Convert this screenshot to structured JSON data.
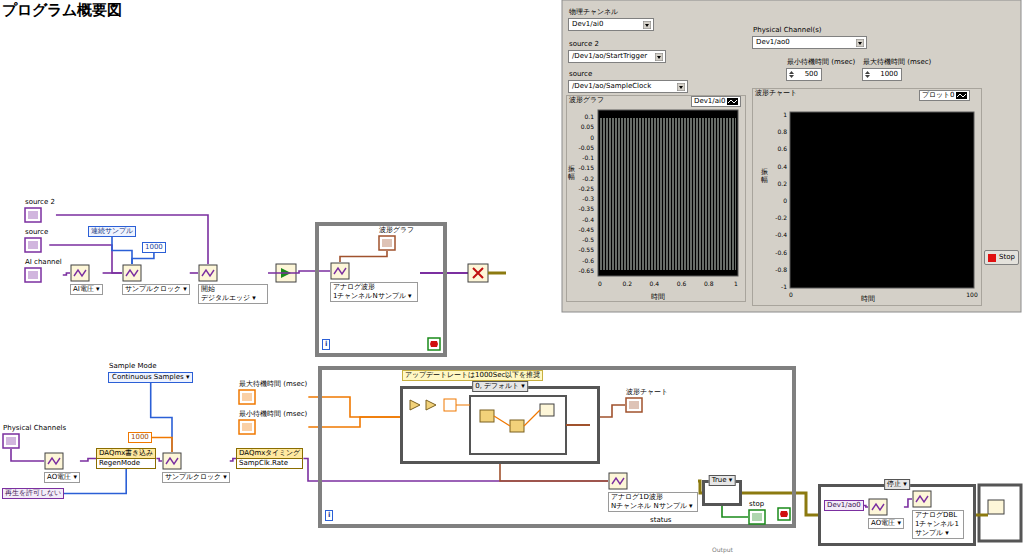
{
  "diagram": {
    "title": "プログラム概要図",
    "nodes": [
      {
        "text": [
          "source 2"
        ]
      },
      {
        "text": [
          "source"
        ]
      },
      {
        "text": [
          "AI channel"
        ]
      },
      {
        "text": [
          "AI電圧 ▾"
        ]
      },
      {
        "text": [
          "連続サンプル"
        ]
      },
      {
        "text": [
          "1000"
        ]
      },
      {
        "text": [
          "サンプルクロック ▾"
        ]
      },
      {
        "text": [
          "開始 デジタルエッジ ▾"
        ]
      },
      {
        "text": [
          "i"
        ]
      },
      {
        "text": [
          "波形グラフ"
        ],
        "in": 8
      },
      {
        "text": [
          "アナログ波形 1チャンネルNサンプル ▾"
        ],
        "in": 8
      },
      {
        "text": [
          "Physical Channels"
        ]
      },
      {
        "text": [
          "AO電圧 ▾"
        ]
      },
      {
        "text": [
          "再生を許可しない"
        ]
      },
      {
        "text": [
          "Sample Mode",
          "Continuous Samples ▾"
        ]
      },
      {
        "text": [
          "1000"
        ]
      },
      {
        "text": [
          "DAQmx書き込み",
          "RegenMode"
        ]
      },
      {
        "text": [
          "サンプルクロック ▾"
        ]
      },
      {
        "text": [
          "DAQmxタイミング",
          "SampClk.Rate"
        ]
      },
      {
        "text": [
          "最大待機時間 (msec)"
        ]
      },
      {
        "text": [
          "最小待機時間 (msec)"
        ]
      },
      {
        "text": [
          "i"
        ]
      },
      {
        "text": [
          "アップデートレートは1000Sec以下を推奨",
          "0, デフォルト ▾"
        ],
        "in": 21
      },
      {
        "text": [
          "波形チャート"
        ],
        "in": 21
      },
      {
        "text": [
          "アナログ1D波形 Nチャンネル Nサンプル ▾"
        ],
        "in": 21
      },
      {
        "text": [
          "True ▾"
        ],
        "in": 21
      },
      {
        "text": [
          "stop"
        ],
        "in": 21
      },
      {
        "text": [
          "停止 ▾"
        ]
      },
      {
        "text": [
          "Dev1/ao0"
        ],
        "in": 27
      },
      {
        "text": [
          "AO電圧 ▾"
        ],
        "in": 27
      },
      {
        "text": [
          "アナログDBL 1チャンネル1サンプル ▾"
        ],
        "in": 27
      },
      {
        "text": [
          "物理チャンネル",
          "Dev1/ai0"
        ]
      },
      {
        "text": [
          "source 2",
          "/Dev1/ao/StartTrigger"
        ]
      },
      {
        "text": [
          "source",
          "/Dev1/ao/SampleClock"
        ]
      },
      {
        "text": [
          "波形グラフ",
          "Dev1/ai0",
          "振幅",
          "時間"
        ]
      },
      {
        "text": [
          "Physical Channel(s)",
          "Dev1/ao0"
        ]
      },
      {
        "text": [
          "最小待機時間 (msec)",
          "500"
        ]
      },
      {
        "text": [
          "最大待機時間 (msec)",
          "1000"
        ]
      },
      {
        "text": [
          "波形チャート",
          "プロット0",
          "振幅",
          "時間"
        ]
      },
      {
        "text": [
          "Stop"
        ]
      }
    ],
    "edges": [
      {
        "from": 2,
        "to": 3,
        "arrow": "none"
      },
      {
        "from": 3,
        "to": 6,
        "arrow": "none"
      },
      {
        "from": 6,
        "to": 7,
        "arrow": "none"
      },
      {
        "from": 7,
        "to": 10,
        "arrow": "none"
      },
      {
        "from": 1,
        "to": 6,
        "arrow": "none"
      },
      {
        "from": 0,
        "to": 7,
        "arrow": "none"
      },
      {
        "from": 4,
        "to": 6,
        "arrow": "none"
      },
      {
        "from": 5,
        "to": 6,
        "arrow": "none"
      },
      {
        "from": 10,
        "to": 9,
        "arrow": "none"
      },
      {
        "from": 11,
        "to": 12,
        "arrow": "none"
      },
      {
        "from": 12,
        "to": 16,
        "arrow": "none"
      },
      {
        "from": 13,
        "to": 16,
        "arrow": "none"
      },
      {
        "from": 16,
        "to": 17,
        "arrow": "none"
      },
      {
        "from": 14,
        "to": 17,
        "arrow": "none"
      },
      {
        "from": 15,
        "to": 17,
        "arrow": "none"
      },
      {
        "from": 17,
        "to": 18,
        "arrow": "none"
      },
      {
        "from": 18,
        "to": 24,
        "arrow": "none"
      },
      {
        "from": 19,
        "to": 22,
        "arrow": "none"
      },
      {
        "from": 20,
        "to": 22,
        "arrow": "none"
      },
      {
        "from": 22,
        "to": 23,
        "arrow": "none"
      },
      {
        "from": 22,
        "to": 24,
        "arrow": "none"
      },
      {
        "from": 24,
        "to": 25,
        "arrow": "none"
      },
      {
        "from": 26,
        "to": 25,
        "arrow": "none"
      },
      {
        "from": 25,
        "to": 27,
        "arrow": "none"
      },
      {
        "from": 28,
        "to": 29,
        "arrow": "none"
      },
      {
        "from": 29,
        "to": 30,
        "arrow": "none"
      }
    ],
    "labels": [
      "0.1",
      "0.05",
      "0",
      "-0.05",
      "-0.1",
      "-0.15",
      "-0.2",
      "-0.25",
      "-0.3",
      "-0.35",
      "-0.4",
      "-0.45",
      "-0.5",
      "-0.55",
      "-0.6",
      "-0.65",
      "0",
      "0.2",
      "0.4",
      "0.6",
      "0.8",
      "1",
      "1",
      "0.8",
      "0.6",
      "0.4",
      "0.2",
      "0",
      "-0.2",
      "-0.4",
      "-0.6",
      "-0.8",
      "-1",
      "0",
      "100",
      "status",
      "Output"
    ]
  }
}
